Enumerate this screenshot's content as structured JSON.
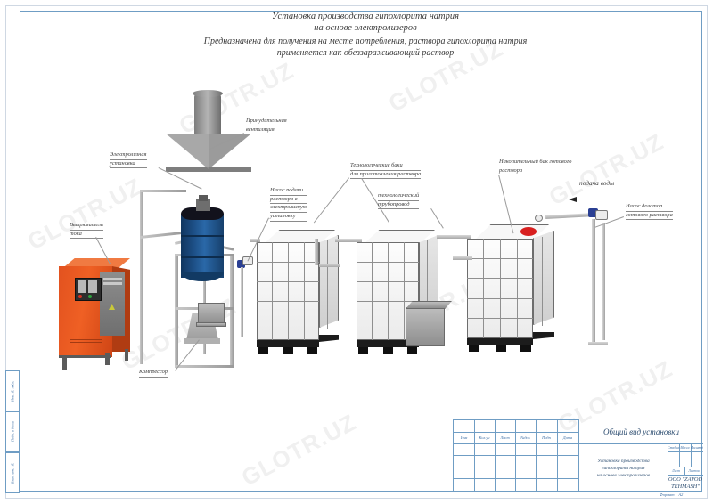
{
  "sheet": {
    "format_label": "Формат",
    "format_value": "А2"
  },
  "header": {
    "line1": "Установка производства гипохлорита натрия",
    "line2": "на основе электролизеров",
    "line3": "Предназначена для получения на месте потребления, раствора гипохлорита натрия",
    "line4": "применяется как обеззараживающий раствор"
  },
  "watermark": {
    "text": "GLOTR.UZ"
  },
  "callouts": [
    {
      "id": "ventilation",
      "lines": [
        "Принудительная",
        "вентиляция"
      ]
    },
    {
      "id": "electrolyzer",
      "lines": [
        "Электролизная",
        "установка"
      ]
    },
    {
      "id": "rectifier",
      "lines": [
        "Выпрямитель",
        "тока"
      ]
    },
    {
      "id": "compressor",
      "lines": [
        "Компрессор"
      ]
    },
    {
      "id": "feed-pump",
      "lines": [
        "Насос подачи",
        "раствора в",
        "электролизную",
        "установку"
      ]
    },
    {
      "id": "process-tanks",
      "lines": [
        "Технологические баки",
        "для приготовления раствора"
      ]
    },
    {
      "id": "process-pipeline",
      "lines": [
        "технологический",
        "трубопровод"
      ]
    },
    {
      "id": "storage-tank",
      "lines": [
        "Накопительный бак готового",
        "раствора"
      ]
    },
    {
      "id": "water-supply",
      "lines": [
        "подача воды"
      ]
    },
    {
      "id": "dosing-pump",
      "lines": [
        "Насос дозатор",
        "готового раствора"
      ]
    }
  ],
  "title_block": {
    "drawing_name": "Общий вид установки",
    "object_lines": [
      "Установка производства",
      "гипохлората натрия",
      "на основе  электролизеров"
    ],
    "company": "ООО \"ZAVOD TEHMASH\"",
    "rev_headers": [
      "Изм",
      "Кол.уч",
      "Лист",
      "№док",
      "Подп",
      "Дата"
    ],
    "stage_headers": [
      "Стадия",
      "Масса",
      "Масштаб"
    ],
    "sheet_headers": [
      "Лист",
      "Листов"
    ],
    "stage_values": [
      "",
      "",
      ""
    ],
    "sheet_values": [
      "",
      ""
    ]
  },
  "margin_fields": [
    {
      "label": "Инв. № подл."
    },
    {
      "label": "Подп. и дата"
    },
    {
      "label": "Взам. инв. №"
    }
  ]
}
